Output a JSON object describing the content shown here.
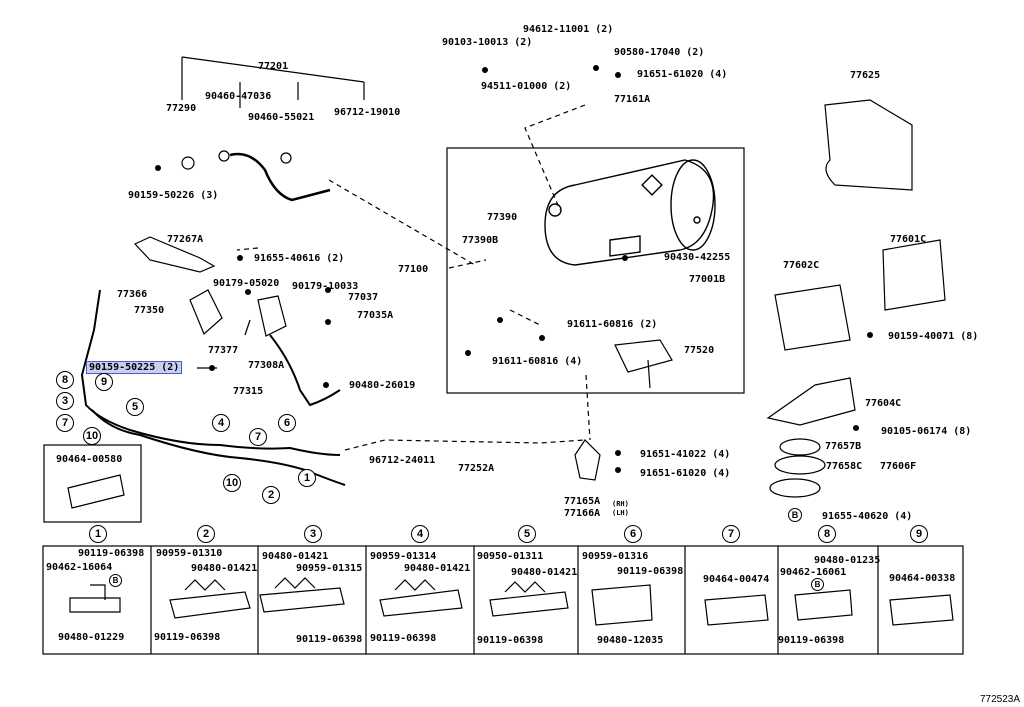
{
  "accent_color": "#4a5cc9",
  "highlight_color": "#c9cff0",
  "diagram_code": "772523A",
  "labels": {
    "p77201": "77201",
    "p90460_47036": "90460-47036",
    "p77290": "77290",
    "p90460_55021": "90460-55021",
    "p96712_19010": "96712-19010",
    "p90159_50226": "90159-50226 (3)",
    "p90103_10013": "90103-10013 (2)",
    "p94612_11001": "94612-11001 (2)",
    "p90580_17040": "90580-17040 (2)",
    "p91651_61020a": "91651-61020 (4)",
    "p94511_01000": "94511-01000 (2)",
    "p77161A": "77161A",
    "p77625": "77625",
    "p77267A": "77267A",
    "p91655_40616": "91655-40616 (2)",
    "p77390": "77390",
    "p77390B": "77390B",
    "p90430_42255": "90430-42255",
    "p77100": "77100",
    "p77001B": "77001B",
    "p77602C": "77602C",
    "p77601C": "77601C",
    "p77366": "77366",
    "p90179_05020": "90179-05020",
    "p90179_10033": "90179-10033",
    "p77037": "77037",
    "p77035A": "77035A",
    "p77350": "77350",
    "p91611_60816a": "91611-60816 (2)",
    "p90159_40071": "90159-40071 (8)",
    "p77377": "77377",
    "p77308A": "77308A",
    "p77520": "77520",
    "p91611_60816b": "91611-60816 (4)",
    "p90159_50225": "90159-50225 (2)",
    "p90480_26019": "90480-26019",
    "p77315": "77315",
    "p77604C": "77604C",
    "p90105_06174": "90105-06174 (8)",
    "p77657B": "77657B",
    "p77658C": "77658C",
    "p77606F": "77606F",
    "p90464_00580": "90464-00580",
    "p96712_24011": "96712-24011",
    "p77252A": "77252A",
    "p91651_41022": "91651-41022 (4)",
    "p91651_61020b": "91651-61020 (4)",
    "p77165A": "77165A",
    "p77166A": "77166A",
    "pRH": "(RH)",
    "pLH": "(LH)",
    "p91655_40620": "91655-40620 (4)",
    "b1_a": "90119-06398",
    "b1_b": "90462-16064",
    "b1_c": "90480-01229",
    "b2_a": "90959-01310",
    "b2_b": "90480-01421",
    "b2_c": "90119-06398",
    "b3_a": "90480-01421",
    "b3_b": "90959-01315",
    "b3_c": "90119-06398",
    "b4_a": "90959-01314",
    "b4_b": "90480-01421",
    "b4_c": "90119-06398",
    "b5_a": "90950-01311",
    "b5_b": "90480-01421",
    "b5_c": "90119-06398",
    "b6_a": "90959-01316",
    "b6_b": "90119-06398",
    "b6_c": "90480-12035",
    "b7_a": "90464-00474",
    "b8_a": "90480-01235",
    "b8_b": "90462-16061",
    "b8_c": "90119-06398",
    "b9_a": "90464-00338"
  },
  "callouts": [
    "1",
    "2",
    "3",
    "4",
    "5",
    "6",
    "7",
    "8",
    "9",
    "10"
  ],
  "box_letter": "B"
}
